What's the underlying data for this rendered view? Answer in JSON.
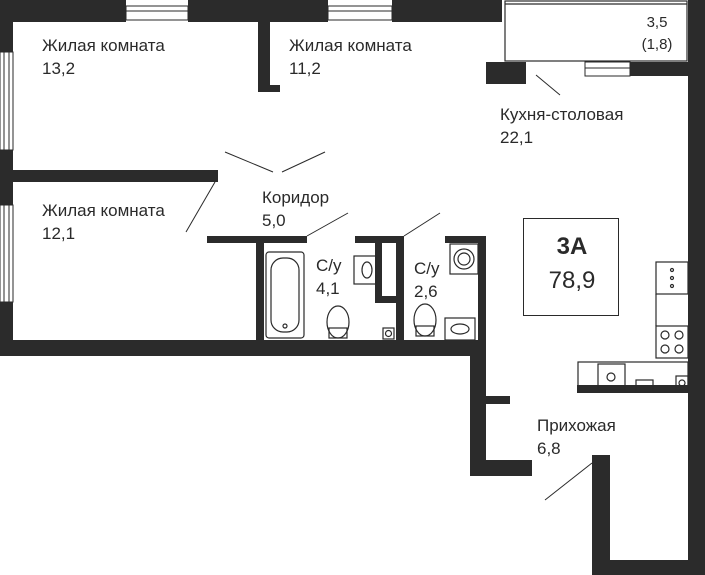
{
  "rooms": {
    "living1": {
      "name": "Жилая комната",
      "area": "13,2"
    },
    "living2": {
      "name": "Жилая комната",
      "area": "11,2"
    },
    "living3": {
      "name": "Жилая комната",
      "area": "12,1"
    },
    "kitchen": {
      "name": "Кухня-столовая",
      "area": "22,1"
    },
    "corridor": {
      "name": "Коридор",
      "area": "5,0"
    },
    "bath1": {
      "name": "С/у",
      "area": "4,1"
    },
    "bath2": {
      "name": "С/у",
      "area": "2,6"
    },
    "hall": {
      "name": "Прихожая",
      "area": "6,8"
    }
  },
  "balcony": {
    "area": "3,5",
    "area_reduced": "(1,8)"
  },
  "badge": {
    "type": "3А",
    "total_area": "78,9"
  },
  "colors": {
    "wall": "#2b2b2b",
    "line": "#2a2a2a",
    "background": "#ffffff"
  }
}
